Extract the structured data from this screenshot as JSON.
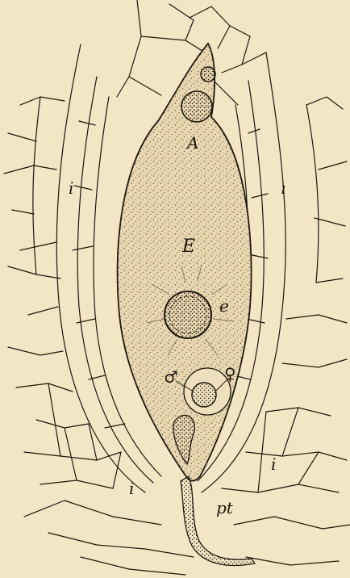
{
  "figure": {
    "background_color": "#f3e6c4",
    "ink_color": "#1d160e",
    "stipple_color": "#6a5a45",
    "labels": {
      "antipodal": "A",
      "endosperm": "E",
      "egg": "e",
      "male_symbol": "♂",
      "female_symbol": "♀",
      "integument_left_upper": "i",
      "integument_right_upper": "ı",
      "integument_left_lower": "i",
      "integument_right_lower": "i",
      "pollen_tube": "pt"
    }
  }
}
